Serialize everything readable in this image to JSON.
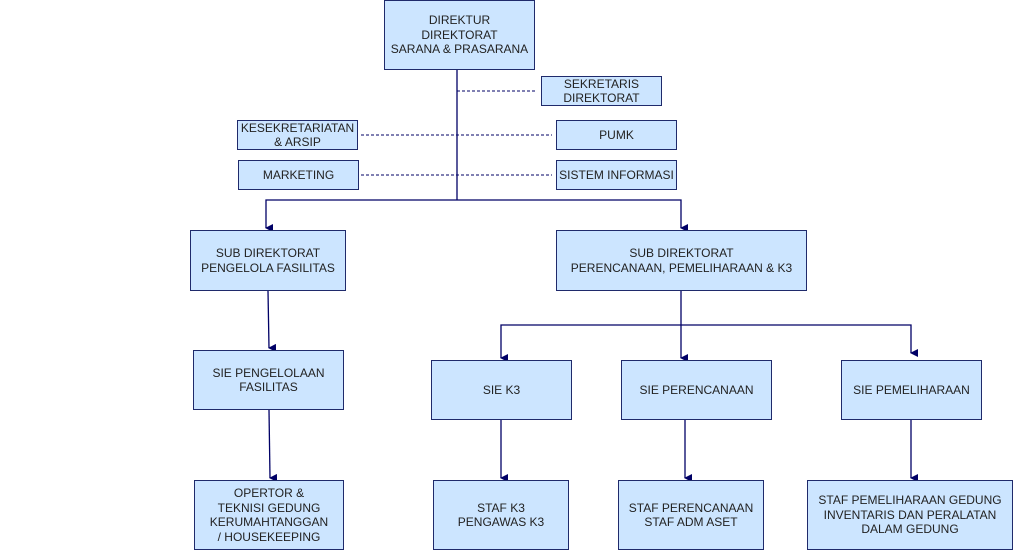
{
  "diagram": {
    "type": "org-chart",
    "colors": {
      "box_fill": "#cce5ff",
      "box_border": "#1f2a6b",
      "line": "#000066",
      "text": "#222222"
    },
    "nodes": {
      "direktur": "DIREKTUR\nDIREKTORAT\nSARANA & PRASARANA",
      "sekretaris": "SEKRETARIS\nDIREKTORAT",
      "kesekretariatan": "KESEKRETARIATAN\n& ARSIP",
      "pumk": "PUMK",
      "marketing": "MARKETING",
      "sistem_informasi": "SISTEM INFORMASI",
      "subdir_fasilitas": "SUB DIREKTORAT\nPENGELOLA FASILITAS",
      "subdir_perencanaan": "SUB DIREKTORAT\nPERENCANAAN, PEMELIHARAAN & K3",
      "sie_pengelolaan": "SIE PENGELOLAAN\nFASILITAS",
      "sie_k3": "SIE K3",
      "sie_perencanaan": "SIE PERENCANAAN",
      "sie_pemeliharaan": "SIE PEMELIHARAAN",
      "operator": "OPERTOR &\nTEKNISI GEDUNG\nKERUMAHTANGGAN\n/ HOUSEKEEPING",
      "staf_k3": "STAF K3\nPENGAWAS K3",
      "staf_perencanaan": "STAF PERENCANAAN\nSTAF ADM ASET",
      "staf_pemeliharaan": "STAF PEMELIHARAAN GEDUNG\nINVENTARIS DAN PERALATAN\nDALAM GEDUNG"
    },
    "edges": [
      {
        "from": "direktur",
        "to": "sekretaris",
        "style": "dashed"
      },
      {
        "from": "direktur",
        "to": "kesekretariatan",
        "style": "dashed"
      },
      {
        "from": "direktur",
        "to": "pumk",
        "style": "dashed"
      },
      {
        "from": "direktur",
        "to": "marketing",
        "style": "dashed"
      },
      {
        "from": "direktur",
        "to": "sistem_informasi",
        "style": "dashed"
      },
      {
        "from": "direktur",
        "to": "subdir_fasilitas",
        "style": "arrow"
      },
      {
        "from": "direktur",
        "to": "subdir_perencanaan",
        "style": "arrow"
      },
      {
        "from": "subdir_fasilitas",
        "to": "sie_pengelolaan",
        "style": "arrow"
      },
      {
        "from": "subdir_perencanaan",
        "to": "sie_k3",
        "style": "arrow"
      },
      {
        "from": "subdir_perencanaan",
        "to": "sie_perencanaan",
        "style": "arrow"
      },
      {
        "from": "subdir_perencanaan",
        "to": "sie_pemeliharaan",
        "style": "arrow"
      },
      {
        "from": "sie_pengelolaan",
        "to": "operator",
        "style": "arrow"
      },
      {
        "from": "sie_k3",
        "to": "staf_k3",
        "style": "arrow"
      },
      {
        "from": "sie_perencanaan",
        "to": "staf_perencanaan",
        "style": "arrow"
      },
      {
        "from": "sie_pemeliharaan",
        "to": "staf_pemeliharaan",
        "style": "arrow"
      }
    ]
  }
}
